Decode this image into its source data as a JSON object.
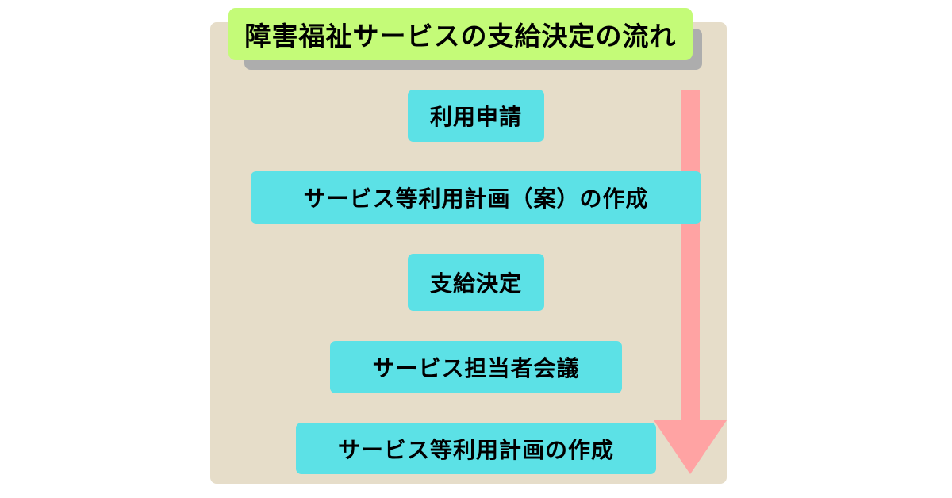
{
  "title": "障害福祉サービスの支給決定の流れ",
  "steps": [
    {
      "label": "利用申請"
    },
    {
      "label": "サービス等利用計画（案）の作成"
    },
    {
      "label": "支給決定"
    },
    {
      "label": "サービス担当者会議"
    },
    {
      "label": "サービス等利用計画の作成"
    }
  ],
  "colors": {
    "panel": "#e6ddc9",
    "title_bg": "#c4fb78",
    "step_bg": "#5ce1e6",
    "arrow": "#ffa3a3"
  }
}
